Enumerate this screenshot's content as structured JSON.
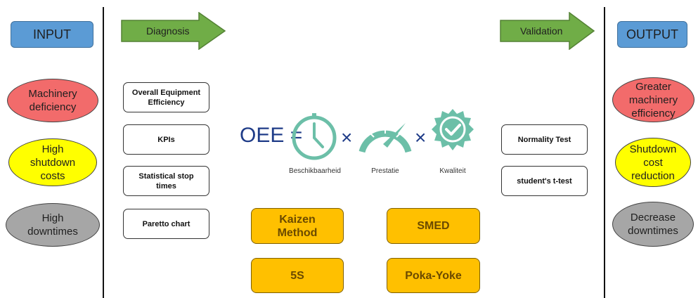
{
  "input": {
    "title": "INPUT",
    "items": [
      "Machinery deficiency",
      "High shutdown costs",
      "High downtimes"
    ]
  },
  "output": {
    "title": "OUTPUT",
    "items": [
      "Greater machinery efficiency",
      "Shutdown cost reduction",
      "Decrease downtimes"
    ]
  },
  "diagnosis": {
    "label": "Diagnosis",
    "items": [
      "Overall Equipment Efficiency",
      "KPIs",
      "Statistical stop times",
      "Paretto chart"
    ]
  },
  "validation": {
    "label": "Validation",
    "items": [
      "Normality Test",
      "student's t-test"
    ]
  },
  "formula": {
    "oee": "OEE",
    "equals": "=",
    "times": "×",
    "captions": [
      "Beschikbaarheid",
      "Prestatie",
      "Kwaliteit"
    ]
  },
  "methods": [
    "Kaizen Method",
    "SMED",
    "5S",
    "Poka-Yoke"
  ],
  "colors": {
    "header_blue": "#5b9bd5",
    "red": "#f26b6b",
    "yellow": "#ffff00",
    "gray": "#a6a6a6",
    "arrow_green": "#70ad47",
    "orange": "#ffc000",
    "teal": "#6cbfa8",
    "navy": "#1f3c88"
  }
}
